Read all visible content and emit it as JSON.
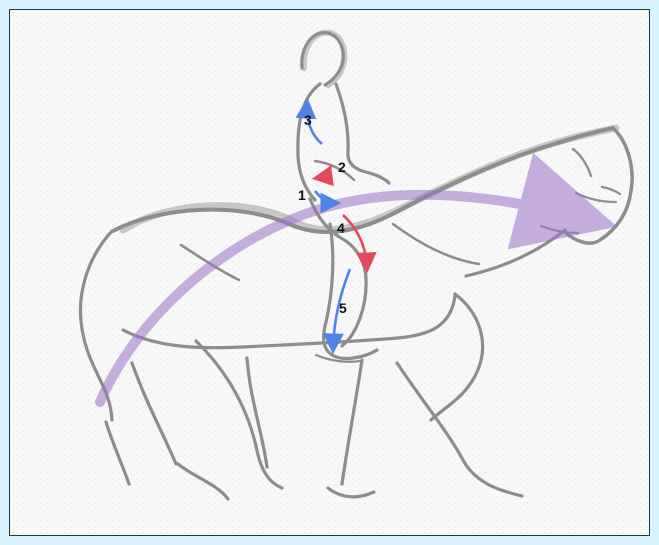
{
  "diagram": {
    "labels": [
      "1",
      "2",
      "3",
      "4",
      "5"
    ],
    "colors": {
      "frame": "#d9f4ff",
      "border": "#0b3f4b",
      "background": "#f7f7f7",
      "sketch": "#8d8d8d",
      "arrow_blue": "#4f83e6",
      "arrow_red": "#e24b5d",
      "arrow_purple": "#9a72c9"
    },
    "icons": [
      "horse-sketch",
      "rider-sketch",
      "arrow-icon"
    ]
  }
}
